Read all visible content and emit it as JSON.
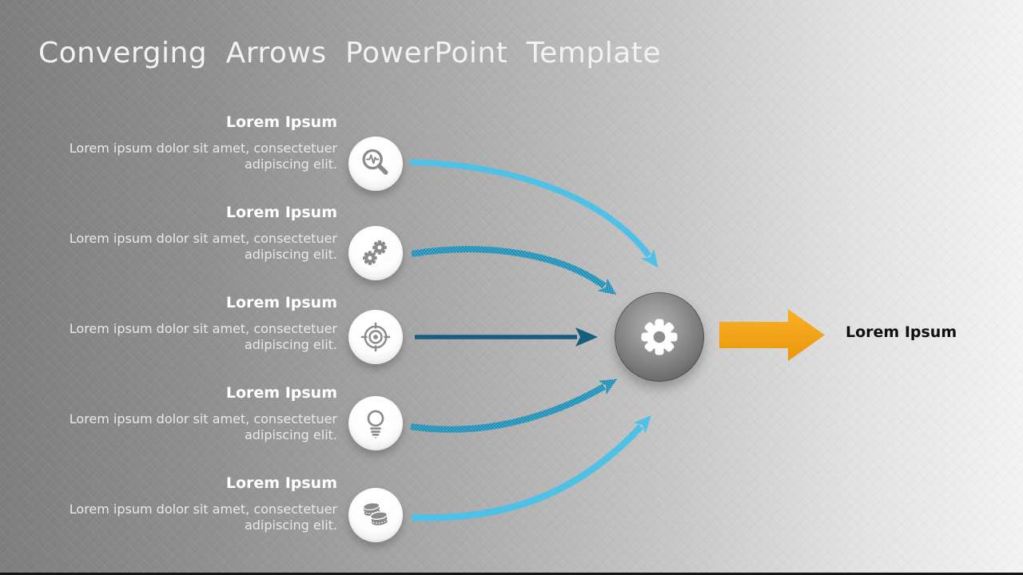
{
  "slide": {
    "title": "Converging Arrows PowerPoint Template"
  },
  "items": [
    {
      "title": "Lorem Ipsum",
      "body_line1": "Lorem ipsum dolor sit amet, consectetuer",
      "body_line2": "adipiscing elit.",
      "icon": "magnifier-pulse-icon",
      "arrow_style": "curved-down, solid light blue"
    },
    {
      "title": "Lorem Ipsum",
      "body_line1": "Lorem ipsum dolor sit amet, consectetuer",
      "body_line2": "adipiscing elit.",
      "icon": "gears-icon",
      "arrow_style": "curved-down, dotted teal"
    },
    {
      "title": "Lorem Ipsum",
      "body_line1": "Lorem ipsum dolor sit amet, consectetuer",
      "body_line2": "adipiscing elit.",
      "icon": "target-icon",
      "arrow_style": "straight, solid dark teal"
    },
    {
      "title": "Lorem Ipsum",
      "body_line1": "Lorem ipsum dolor sit amet, consectetuer",
      "body_line2": "adipiscing elit.",
      "icon": "lightbulb-icon",
      "arrow_style": "curved-up, dotted teal"
    },
    {
      "title": "Lorem Ipsum",
      "body_line1": "Lorem ipsum dolor sit amet, consectetuer",
      "body_line2": "adipiscing elit.",
      "icon": "coins-icon",
      "arrow_style": "curved-up, solid light blue"
    }
  ],
  "center": {
    "icon": "gear-icon"
  },
  "output": {
    "label": "Lorem Ipsum"
  },
  "colors": {
    "light_blue_arrow": "#4FC0E6",
    "dotted_teal_arrow": "#1E8CB5",
    "dark_teal_arrow": "#175D80",
    "orange_arrow": "#F2A317",
    "sphere_gray": "#6B6B6B",
    "icon_gray": "#8A8A8A",
    "title_text": "#F2F2F2",
    "heading_text": "#FFFFFF",
    "body_text": "#E9E9E9",
    "output_text": "#101010"
  }
}
